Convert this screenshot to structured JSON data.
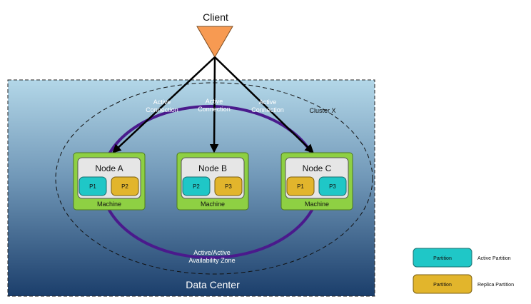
{
  "client": {
    "label": "Client"
  },
  "datacenter": {
    "label": "Data Center"
  },
  "cluster": {
    "label": "Cluster X"
  },
  "zone": {
    "line1": "Active/Active",
    "line2": "Availability Zone"
  },
  "connections": [
    {
      "line1": "Active",
      "line2": "Connection"
    },
    {
      "line1": "Active",
      "line2": "Connection"
    },
    {
      "line1": "Active",
      "line2": "Connection"
    }
  ],
  "nodes": [
    {
      "name": "Node A",
      "machine": "Machine",
      "partitions": [
        {
          "label": "P1",
          "kind": "active"
        },
        {
          "label": "P2",
          "kind": "replica"
        }
      ]
    },
    {
      "name": "Node B",
      "machine": "Machine",
      "partitions": [
        {
          "label": "P2",
          "kind": "active"
        },
        {
          "label": "P3",
          "kind": "replica"
        }
      ]
    },
    {
      "name": "Node C",
      "machine": "Machine",
      "partitions": [
        {
          "label": "P1",
          "kind": "replica"
        },
        {
          "label": "P3",
          "kind": "active"
        }
      ]
    }
  ],
  "legend": [
    {
      "box_label": "Partition",
      "description": "Active Partition",
      "kind": "active"
    },
    {
      "box_label": "Partition",
      "description": "Replica Partition",
      "kind": "replica"
    }
  ],
  "colors": {
    "active": "#1fc7c7",
    "replica": "#e2b52c",
    "machine": "#8ed043",
    "node": "#e6e6e6",
    "client": "#f79a52",
    "zone_ring": "#4a1a8c"
  }
}
